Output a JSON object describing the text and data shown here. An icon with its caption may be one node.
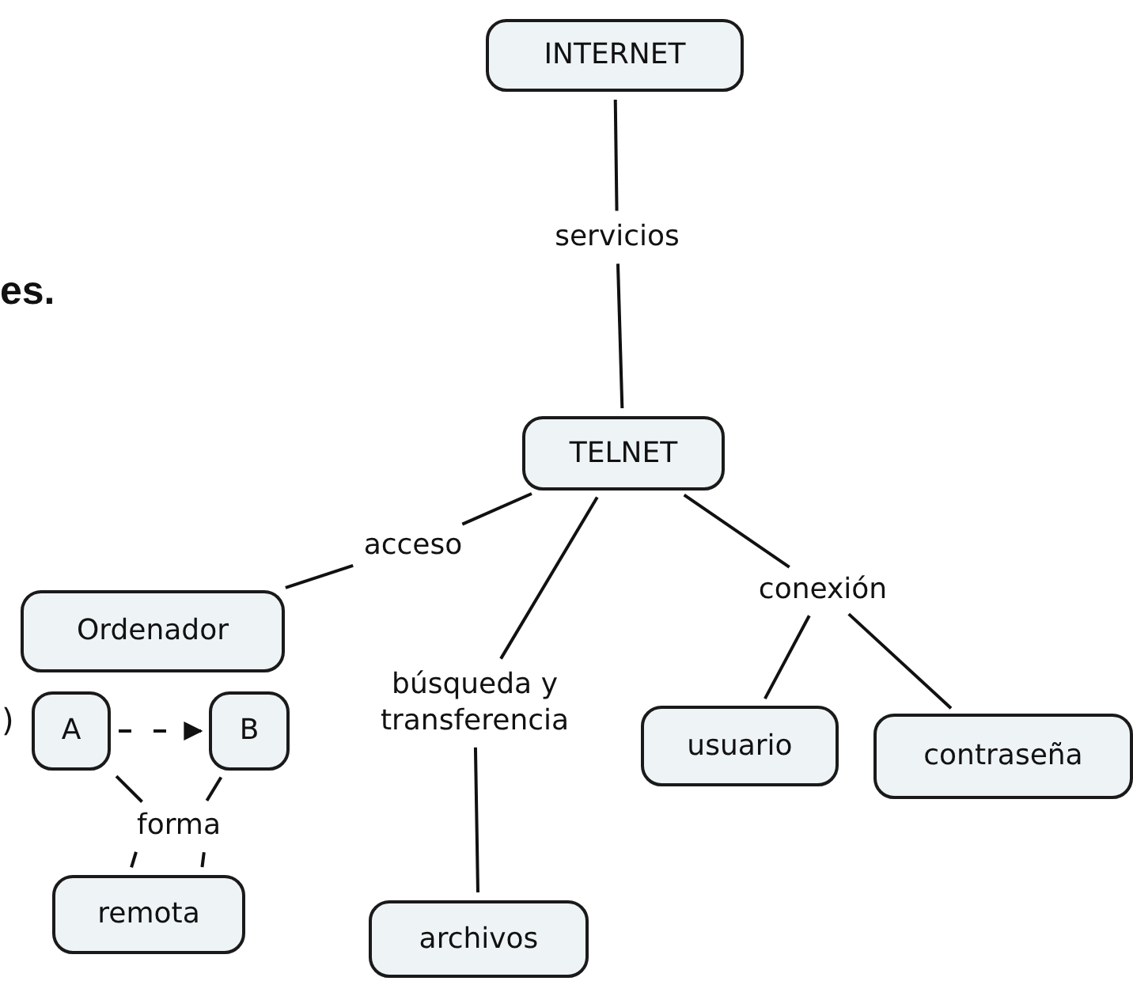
{
  "diagram": {
    "nodes": [
      {
        "text": [
          "INTERNET"
        ]
      },
      {
        "text": [
          "servicios"
        ]
      },
      {
        "text": [
          "TELNET"
        ]
      },
      {
        "text": [
          "acceso"
        ]
      },
      {
        "text": [
          "Ordenador"
        ]
      },
      {
        "text": [
          "búsqueda y transferencia"
        ]
      },
      {
        "text": [
          "archivos"
        ]
      },
      {
        "text": [
          "conexión"
        ]
      },
      {
        "text": [
          "usuario"
        ]
      },
      {
        "text": [
          "contraseña"
        ]
      },
      {
        "text": [
          "A"
        ]
      },
      {
        "text": [
          "B"
        ]
      },
      {
        "text": [
          "forma"
        ]
      },
      {
        "text": [
          "remota"
        ]
      }
    ],
    "edges": [
      {
        "from": 0,
        "to": 1,
        "arrow": "none"
      },
      {
        "from": 1,
        "to": 2,
        "arrow": "none"
      },
      {
        "from": 2,
        "to": 3,
        "arrow": "none"
      },
      {
        "from": 3,
        "to": 4,
        "arrow": "none"
      },
      {
        "from": 2,
        "to": 5,
        "arrow": "none"
      },
      {
        "from": 5,
        "to": 6,
        "arrow": "none"
      },
      {
        "from": 2,
        "to": 7,
        "arrow": "none"
      },
      {
        "from": 7,
        "to": 8,
        "arrow": "none"
      },
      {
        "from": 7,
        "to": 9,
        "arrow": "none"
      },
      {
        "from": 10,
        "to": 11,
        "arrow": "to",
        "style": "dashed"
      },
      {
        "from": 10,
        "to": 12,
        "arrow": "none"
      },
      {
        "from": 11,
        "to": 12,
        "arrow": "none"
      },
      {
        "from": 12,
        "to": 13,
        "arrow": "none"
      },
      {
        "from": 12,
        "to": 13,
        "arrow": "none"
      }
    ],
    "labels": [
      "es.",
      ")"
    ]
  }
}
